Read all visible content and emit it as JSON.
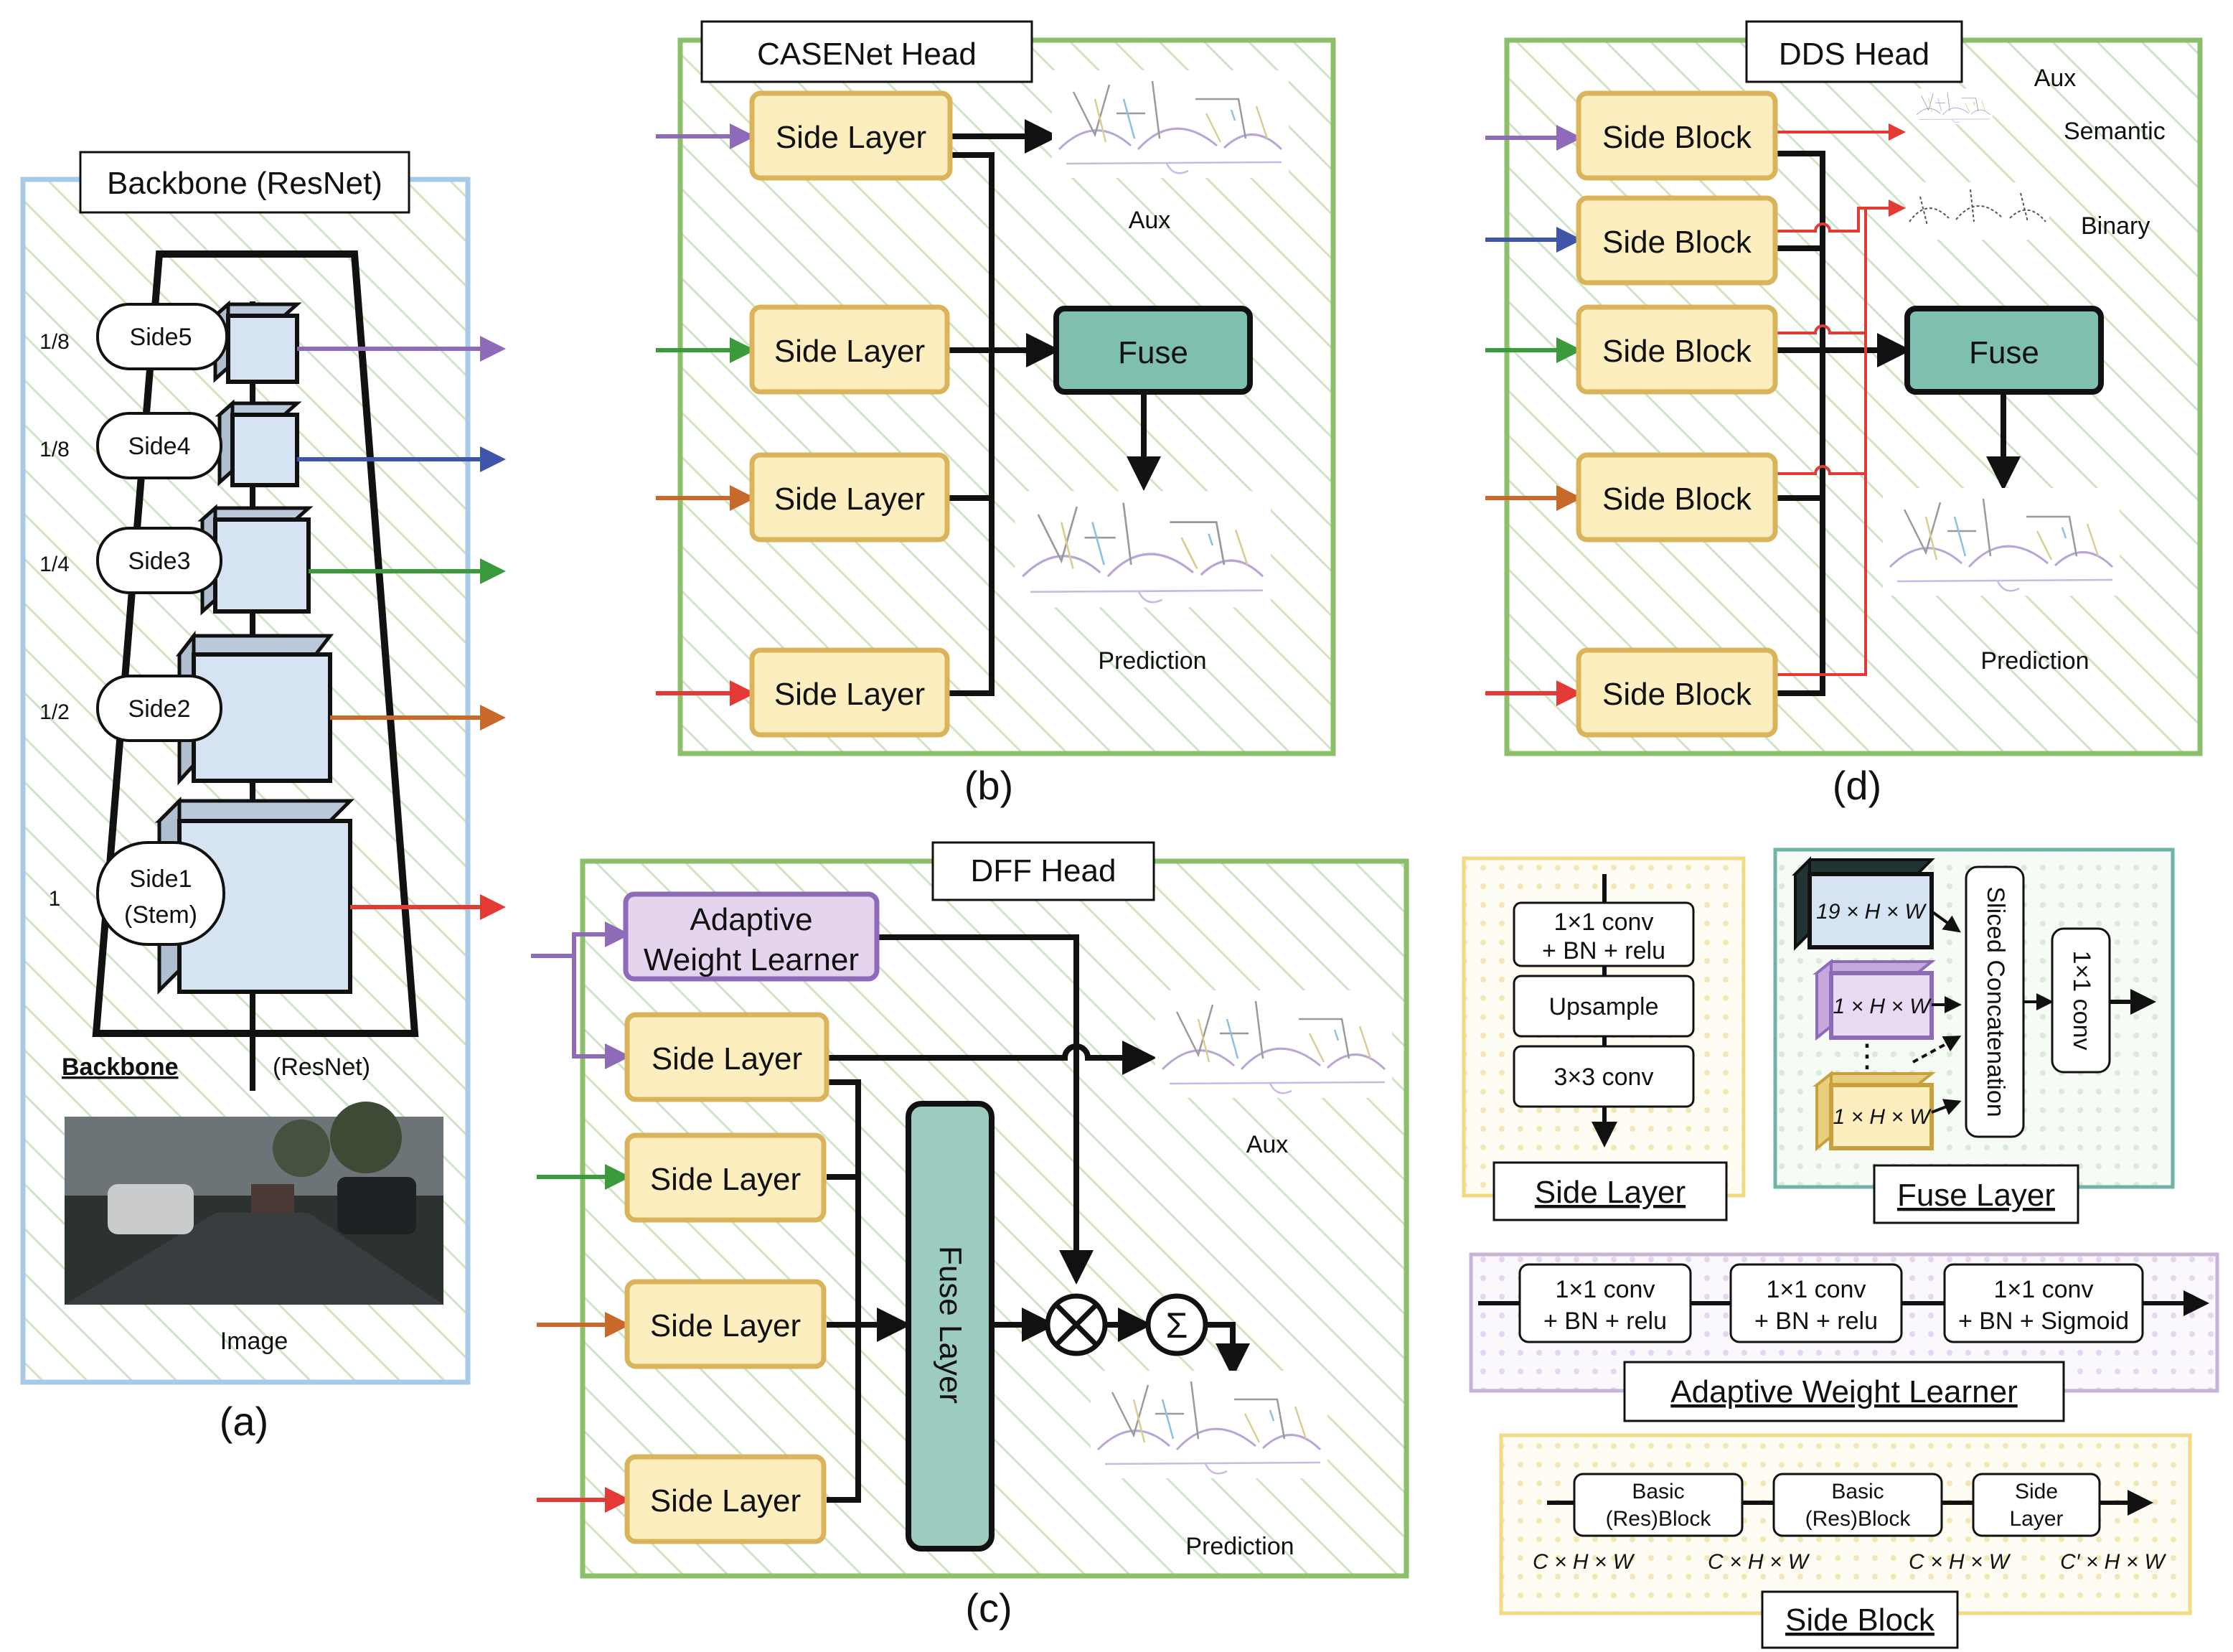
{
  "panel_a": {
    "title": "Backbone (ResNet)",
    "sides": [
      {
        "label": "Side5",
        "fraction": "1/8"
      },
      {
        "label": "Side4",
        "fraction": "1/8"
      },
      {
        "label": "Side3",
        "fraction": "1/4"
      },
      {
        "label": "Side2",
        "fraction": "1/2"
      },
      {
        "label": "Side1",
        "label2": "(Stem)",
        "fraction": "1"
      }
    ],
    "backbone_label": "Backbone",
    "backbone_sub": "(ResNet)",
    "image_label": "Image",
    "caption": "(a)"
  },
  "panel_b": {
    "title": "CASENet Head",
    "side_label": "Side Layer",
    "fuse": "Fuse",
    "aux": "Aux",
    "prediction": "Prediction",
    "caption": "(b)"
  },
  "panel_c": {
    "title": "DFF Head",
    "awl_line1": "Adaptive",
    "awl_line2": "Weight Learner",
    "side_label": "Side Layer",
    "fuse_layer": "Fuse Layer",
    "aux": "Aux",
    "prediction": "Prediction",
    "sum": "Σ",
    "caption": "(c)"
  },
  "panel_d": {
    "title": "DDS Head",
    "side_block": "Side Block",
    "fuse": "Fuse",
    "aux": "Aux",
    "semantic": "Semantic",
    "binary": "Binary",
    "prediction": "Prediction",
    "caption": "(d)"
  },
  "side_layer_box": {
    "steps": [
      {
        "l1": "1×1 conv",
        "l2": "+ BN + relu"
      },
      {
        "l1": "Upsample",
        "l2": ""
      },
      {
        "l1": "3×3 conv",
        "l2": ""
      }
    ],
    "title": "Side Layer"
  },
  "fuse_layer_box": {
    "inputs": [
      "19 × H × W",
      "1 × H × W",
      "1 × H × W"
    ],
    "dots": "⋮",
    "sliced": "Sliced Concatenation",
    "conv": "1×1 conv",
    "title": "Fuse Layer"
  },
  "awl_box": {
    "steps": [
      {
        "l1": "1×1 conv",
        "l2": "+ BN + relu"
      },
      {
        "l1": "1×1 conv",
        "l2": "+ BN + relu"
      },
      {
        "l1": "1×1 conv",
        "l2": "+ BN + Sigmoid"
      }
    ],
    "title": "Adaptive Weight Learner"
  },
  "side_block_box": {
    "steps": [
      {
        "l1": "Basic",
        "l2": "(Res)Block"
      },
      {
        "l1": "Basic",
        "l2": "(Res)Block"
      },
      {
        "l1": "Side",
        "l2": "Layer"
      }
    ],
    "dims": [
      "C × H × W",
      "C × H × W",
      "C × H × W",
      "C′ × H × W"
    ],
    "title": "Side Block"
  },
  "colors": {
    "purple": "#8e6bb8",
    "blue": "#3f56a8",
    "green": "#3b9a3b",
    "orange": "#c8692a",
    "red": "#e43a36",
    "panel_green": "#8cbf6a",
    "panel_blue": "#a7cbe6",
    "side_fill": "#fdeec0",
    "side_stroke": "#d9b45a",
    "fuse_fill": "#7fbfb0",
    "cube_fill": "#d5e3f2"
  }
}
